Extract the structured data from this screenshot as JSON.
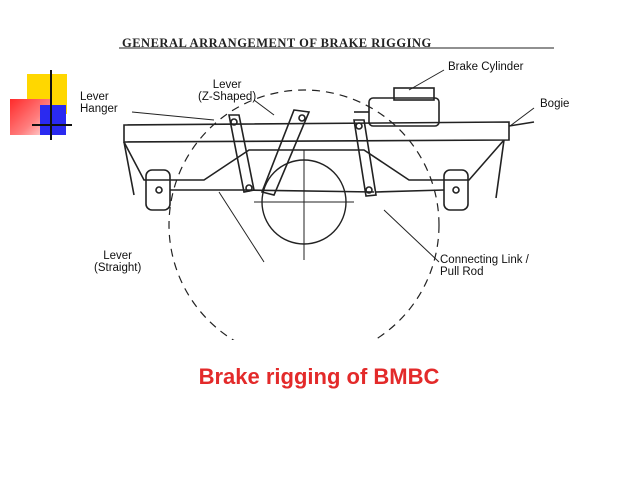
{
  "figure": {
    "title": "GENERAL ARRANGEMENT OF BRAKE RIGGING",
    "labels": {
      "lever_hanger": [
        "Lever",
        "Hanger"
      ],
      "lever_z": [
        "Lever",
        "(Z-Shaped)"
      ],
      "brake_cylinder": "Brake Cylinder",
      "bogie": "Bogie",
      "lever_straight": [
        "Lever",
        "(Straight)"
      ],
      "connecting_link": [
        "Connecting Link /",
        "Pull Rod"
      ]
    }
  },
  "caption": "Brake rigging of BMBC",
  "colors": {
    "caption": "#e32a2a",
    "yellow_square": "#ffd700",
    "red_square": "#ff2a2a",
    "blue_square": "#2a2af0"
  }
}
